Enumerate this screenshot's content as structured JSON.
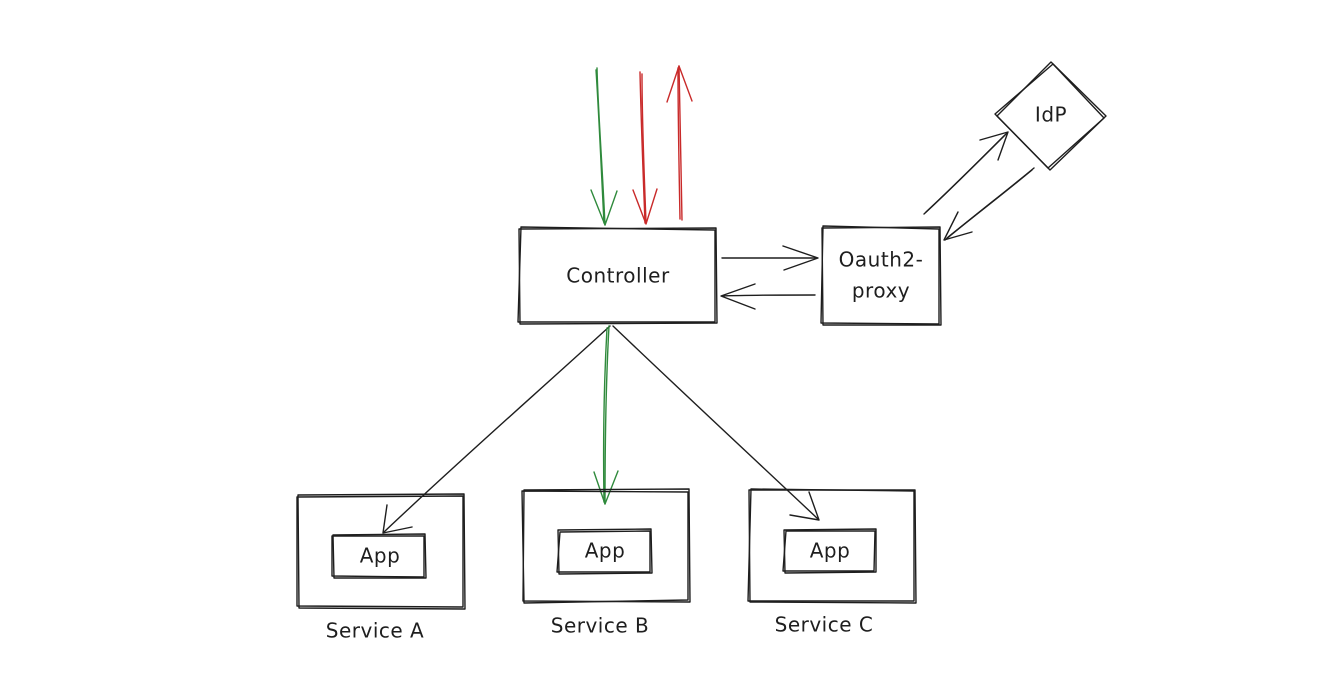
{
  "nodes": {
    "controller": "Controller",
    "oauth_proxy": [
      "Oauth2-",
      "proxy"
    ],
    "idp": "IdP",
    "service_a": {
      "app": "App",
      "caption": "Service A"
    },
    "service_b": {
      "app": "App",
      "caption": "Service B"
    },
    "service_c": {
      "app": "App",
      "caption": "Service C"
    }
  },
  "colors": {
    "ink": "#1e1e1e",
    "request": "#2f8a3c",
    "denied": "#c92a2a"
  }
}
